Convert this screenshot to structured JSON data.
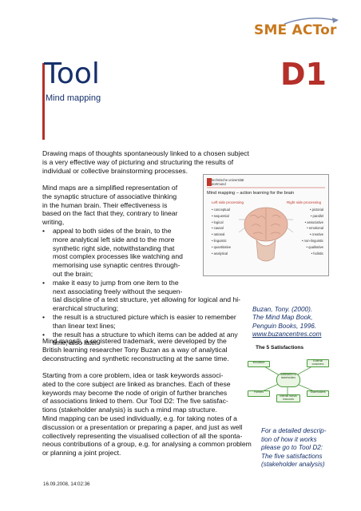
{
  "logo": {
    "text": "SME ACTor"
  },
  "header": {
    "title": "Tool",
    "code": "D1",
    "subtitle": "Mind mapping"
  },
  "intro": "Drawing maps of thoughts spontaneously linked to a chosen subject|is a very effective way of picturing and structuring the results of|individual or collective brainstorming processes.",
  "para2_lines": [
    "Mind maps are a simplified representation of",
    "the synaptic structure of associative thinking",
    "in the human brain. Their effectiveness is",
    "based on the fact that they, contrary to linear",
    "writing,"
  ],
  "bullets": [
    [
      "appeal to both sides of the brain, to the",
      "more analytical left side and to the more",
      "synthetic right side, notwithstanding that",
      "most complex processes like watching and",
      "memorising use synaptic centres through-",
      "out the brain;"
    ],
    [
      "make it easy to jump from one item to the",
      "next associating freely without the sequen-",
      "tial discipline of a text structure, yet allowing for logical and hi-",
      "erarchical structuring;"
    ],
    [
      "the result is a structured picture which is easier to remember",
      "than linear text lines;"
    ],
    [
      "the result has a structure to which items can be added at any",
      "time, also later."
    ]
  ],
  "para3_lines": [
    "Mind maps®, a registered trademark, were developed by the",
    "British learning researcher Tony Buzan as a way of analytical",
    "deconstructing and synthetic reconstructing at the same time."
  ],
  "para4_lines": [
    "Starting from a core problem, idea or task keywords associ-",
    "ated to the core subject are linked as branches. Each of these",
    "keywords may become the node of origin of further branches",
    "of associations linked to them. Our Tool D2: The five satisfac-",
    "tions (stakeholder analysis) is such a mind map structure."
  ],
  "para5_lines": [
    "Mind mapping can be used individually, e.g. for taking notes of a",
    "discussion or a presentation or preparing a paper, and just as well",
    "collectively representing the visualised collection of all the sponta-",
    "neous contributions of a group, e.g. for analysing a common problem",
    "or planning a joint project."
  ],
  "figure1": {
    "institution_lines": [
      "technische universität",
      "dortmund"
    ],
    "title": "Mind mapping – action learning for the brain",
    "left_heading": "Left side processing",
    "right_heading": "Right side processing",
    "left_items": [
      "• conceptual",
      "• sequential",
      "• logical",
      "• causal",
      "• rational",
      "• linguistic",
      "• quantitative",
      "• analytical"
    ],
    "right_items": [
      "• pictorial",
      "• parallel",
      "• associative",
      "• emotional",
      "• creative",
      "• non-linguistic",
      "• qualitative",
      "• holistic"
    ]
  },
  "source": {
    "lines": [
      "Buzan, Tony. (2000).",
      "The Mind Map Book,",
      "Penguin Books, 1996."
    ],
    "link": "www.buzancentres.com"
  },
  "figure2": {
    "title": "The 5 Satisfactions",
    "nodes": {
      "top_left": "Innovation",
      "top_right": "External customers",
      "center": "Satisfaction of stakeholders",
      "bottom_left": "Partners",
      "bottom_mid": "Internal human resources",
      "bottom_right": "Shareholders"
    }
  },
  "note_lines": [
    "For a detailed descrip-",
    "tion of how it works",
    "please go to Tool D2:",
    "The five satisfactions",
    "(stakeholder analysis)"
  ],
  "footer": "16.09.2008, 14:02:36",
  "colors": {
    "title_blue": "#15306b",
    "accent_red": "#b5302a",
    "logo_orange": "#c8781e",
    "node_green": "#4b9a3d"
  }
}
